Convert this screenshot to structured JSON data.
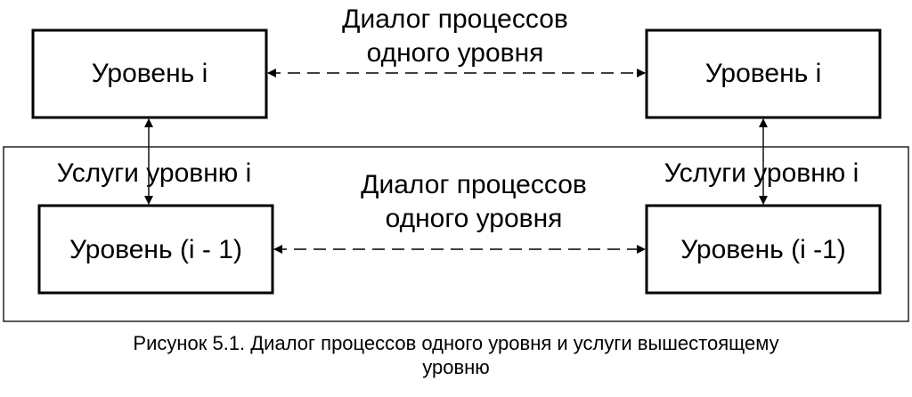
{
  "top_left_box": "Уровень i",
  "top_right_box": "Уровень i",
  "bottom_left_box": "Уровень (i - 1)",
  "bottom_right_box": "Уровень (i -1)",
  "top_dialog": [
    "Диалог процессов",
    "одного уровня"
  ],
  "bottom_dialog": [
    "Диалог процессов",
    "одного уровня"
  ],
  "services_left": "Услуги уровню i",
  "services_right": "Услуги уровню i",
  "caption": [
    "Рисунок 5.1. Диалог процессов одного уровня и услуги вышестоящему",
    "уровню"
  ]
}
